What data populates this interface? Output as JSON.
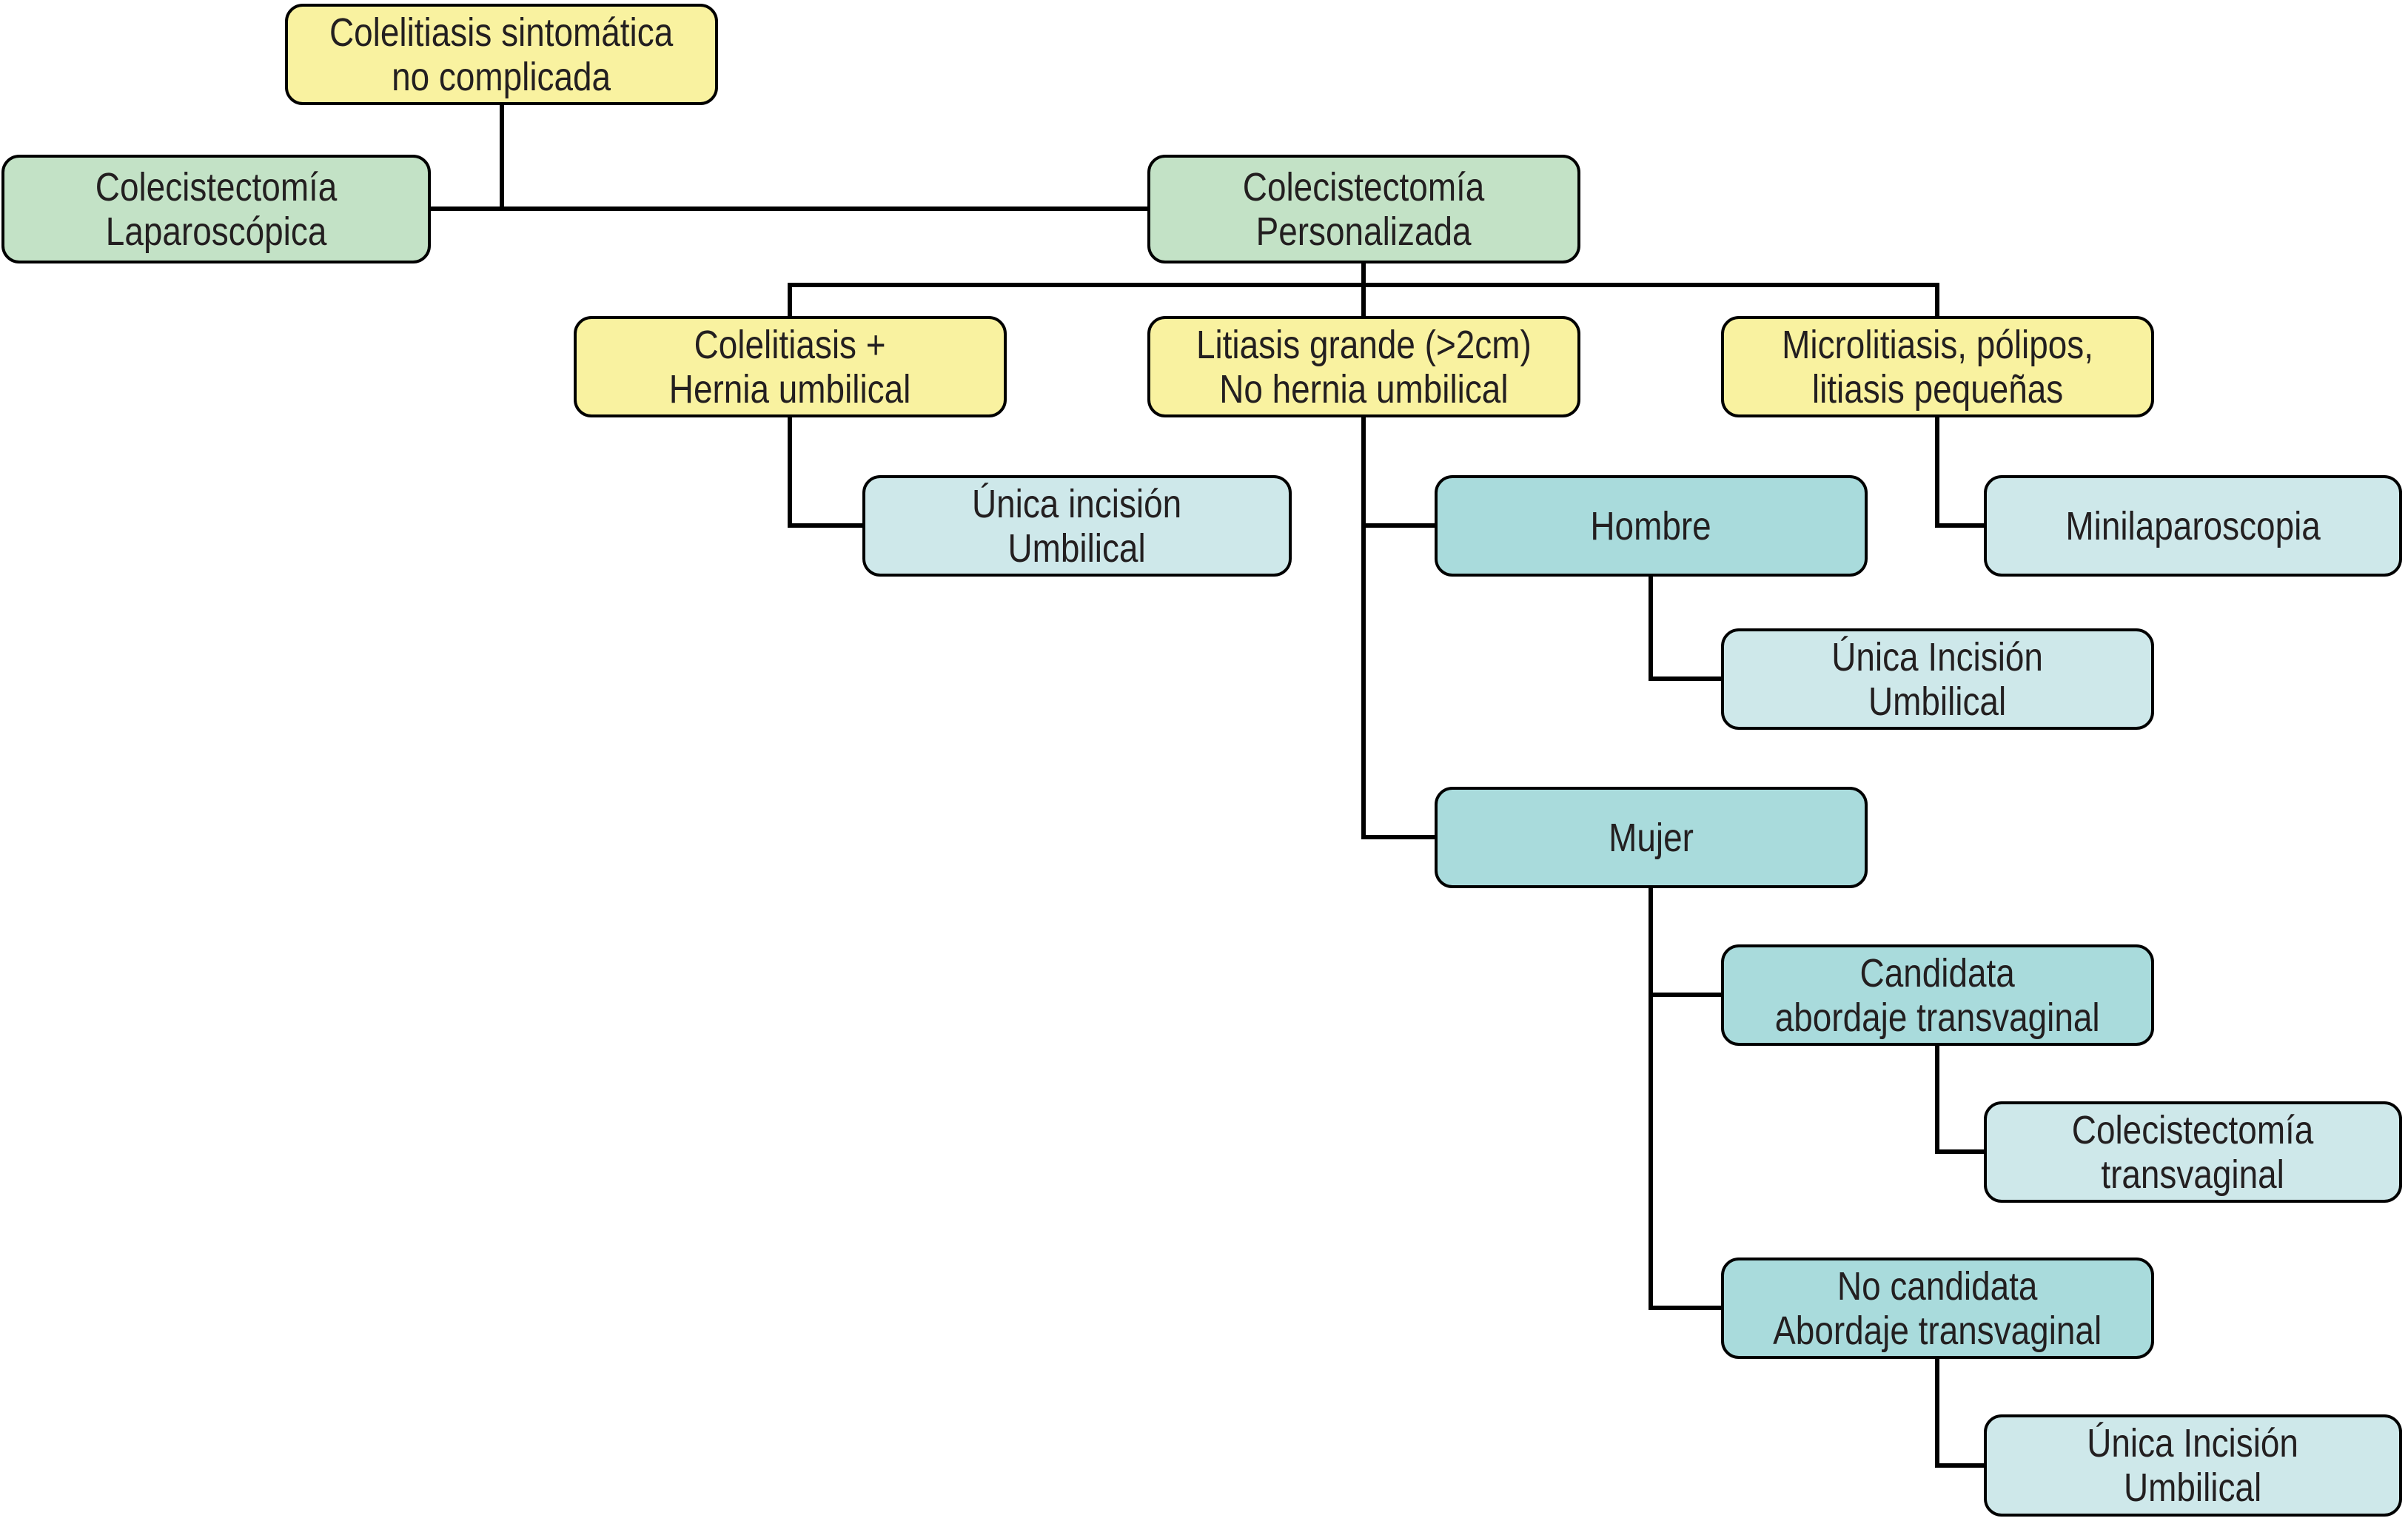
{
  "diagram": {
    "type": "flowchart",
    "language": "es",
    "colors": {
      "canvas": "#ffffff",
      "condition_fill": "#f9f2a0",
      "strategy_fill": "#c3e2c6",
      "decision_fill": "#a9dbdc",
      "outcome_fill": "#cee8ea",
      "line": "#000000",
      "text": "#231f20"
    },
    "nodes": {
      "colelitiasis_sintomatica": {
        "label": "Colelitiasis sintomática\nno complicada",
        "role": "condition"
      },
      "colecistectomia_laparoscopica": {
        "label": "Colecistectomía\nLaparoscópica",
        "role": "strategy"
      },
      "colecistectomia_personalizada": {
        "label": "Colecistectomía\nPersonalizada",
        "role": "strategy"
      },
      "colelitiasis_hernia_umbilical": {
        "label": "Colelitiasis +\nHernia umbilical",
        "role": "condition"
      },
      "litiasis_grande": {
        "label": "Litiasis grande (>2cm)\nNo hernia umbilical",
        "role": "condition"
      },
      "microlitiasis_polipos": {
        "label": "Microlitiasis, pólipos,\nlitiasis pequeñas",
        "role": "condition"
      },
      "unica_incision_umbilical_1": {
        "label": "Única incisión\nUmbilical",
        "role": "outcome"
      },
      "hombre": {
        "label": "Hombre",
        "role": "decision"
      },
      "minilaparoscopia": {
        "label": "Minilaparoscopia",
        "role": "outcome"
      },
      "unica_incision_umbilical_2": {
        "label": "Única Incisión\nUmbilical",
        "role": "outcome"
      },
      "mujer": {
        "label": "Mujer",
        "role": "decision"
      },
      "candidata_transvaginal": {
        "label": "Candidata\nabordaje transvaginal",
        "role": "decision"
      },
      "colecistectomia_transvaginal": {
        "label": "Colecistectomía\ntransvaginal",
        "role": "outcome"
      },
      "no_candidata_transvaginal": {
        "label": "No candidata\nAbordaje transvaginal",
        "role": "decision"
      },
      "unica_incision_umbilical_3": {
        "label": "Única Incisión\nUmbilical",
        "role": "outcome"
      }
    },
    "edges": [
      {
        "from": "colelitiasis_sintomatica",
        "to": "colecistectomia_laparoscopica"
      },
      {
        "from": "colelitiasis_sintomatica",
        "to": "colecistectomia_personalizada"
      },
      {
        "from": "colecistectomia_personalizada",
        "to": "colelitiasis_hernia_umbilical"
      },
      {
        "from": "colecistectomia_personalizada",
        "to": "litiasis_grande"
      },
      {
        "from": "colecistectomia_personalizada",
        "to": "microlitiasis_polipos"
      },
      {
        "from": "colelitiasis_hernia_umbilical",
        "to": "unica_incision_umbilical_1"
      },
      {
        "from": "litiasis_grande",
        "to": "hombre"
      },
      {
        "from": "litiasis_grande",
        "to": "mujer"
      },
      {
        "from": "microlitiasis_polipos",
        "to": "minilaparoscopia"
      },
      {
        "from": "hombre",
        "to": "unica_incision_umbilical_2"
      },
      {
        "from": "mujer",
        "to": "candidata_transvaginal"
      },
      {
        "from": "mujer",
        "to": "no_candidata_transvaginal"
      },
      {
        "from": "candidata_transvaginal",
        "to": "colecistectomia_transvaginal"
      },
      {
        "from": "no_candidata_transvaginal",
        "to": "unica_incision_umbilical_3"
      }
    ]
  }
}
